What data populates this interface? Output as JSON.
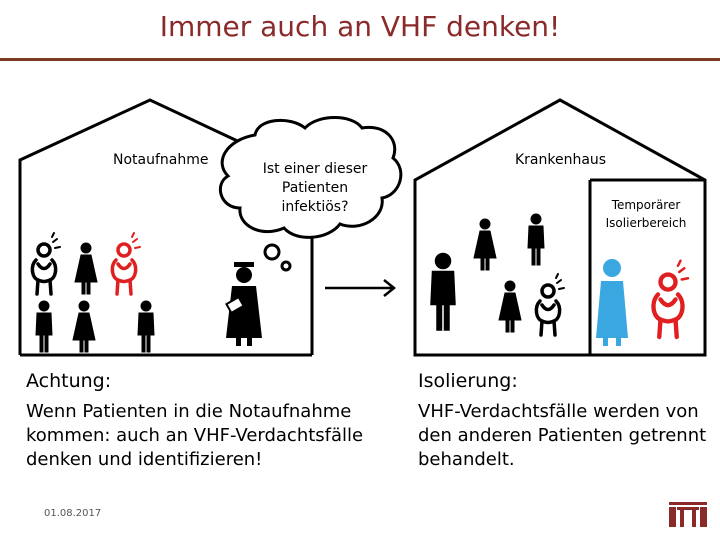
{
  "title": "Immer auch an VHF denken!",
  "left_house": {
    "label": "Notaufnahme"
  },
  "cloud": {
    "text": "Ist einer dieser Patienten infektiös?"
  },
  "right_house": {
    "label": "Krankenhaus",
    "isolation_label": "Temporärer Isolierbereich"
  },
  "left_text": {
    "heading": "Achtung:",
    "body": "Wenn Patienten in die Notaufnahme kommen: auch an VHF-Verdachtsfälle denken und identifizieren!"
  },
  "right_text": {
    "heading": "Isolierung:",
    "body": "VHF-Verdachtsfälle werden von den anderen Patienten getrennt behandelt."
  },
  "footer": {
    "date": "01.08.2017"
  },
  "colors": {
    "accent": "#8b2a2a",
    "rule": "#7a3a22",
    "suspect": "#e02020",
    "isolation": "#3ba7e0"
  },
  "icons": [
    "patient-icon",
    "nurse-icon",
    "doctor-icon",
    "hospital-logo-icon"
  ]
}
